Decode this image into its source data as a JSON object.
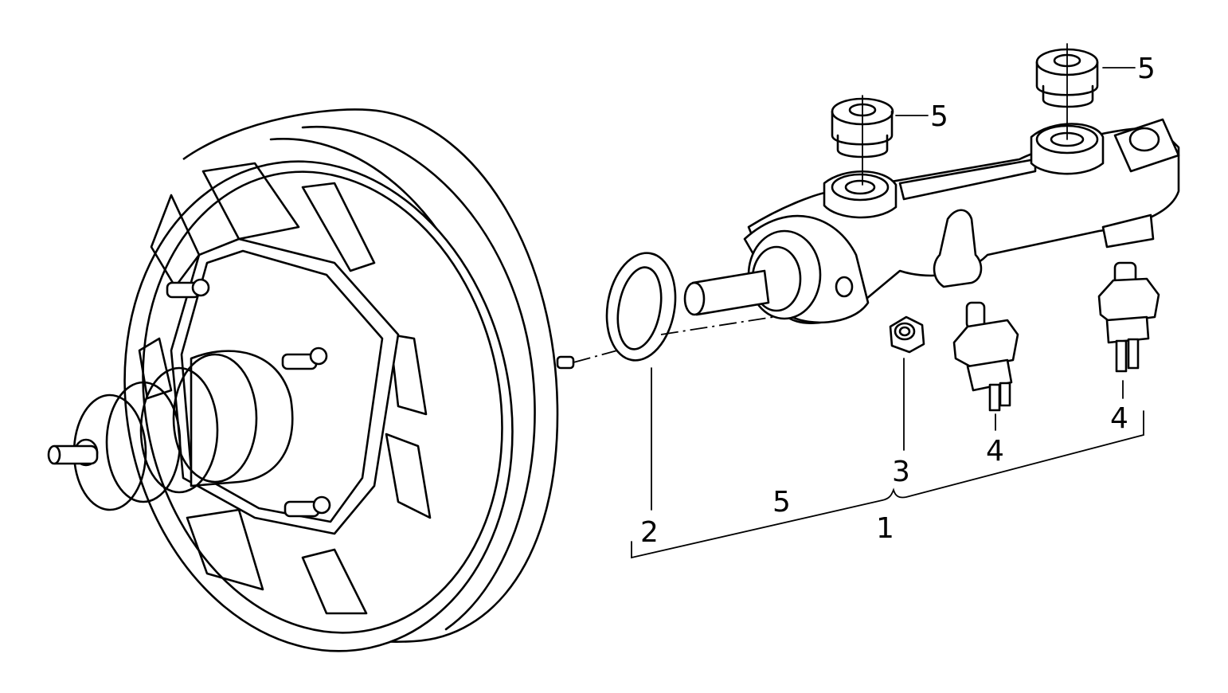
{
  "callouts": [
    {
      "id": "c1",
      "text": "1"
    },
    {
      "id": "c2",
      "text": "2"
    },
    {
      "id": "c3",
      "text": "3"
    },
    {
      "id": "c4a",
      "text": "4"
    },
    {
      "id": "c4b",
      "text": "4"
    },
    {
      "id": "c5a",
      "text": "5"
    },
    {
      "id": "c5b",
      "text": "5"
    },
    {
      "id": "c5c",
      "text": "5"
    }
  ],
  "colors": {
    "ink": "#000000",
    "paper": "#ffffff"
  }
}
